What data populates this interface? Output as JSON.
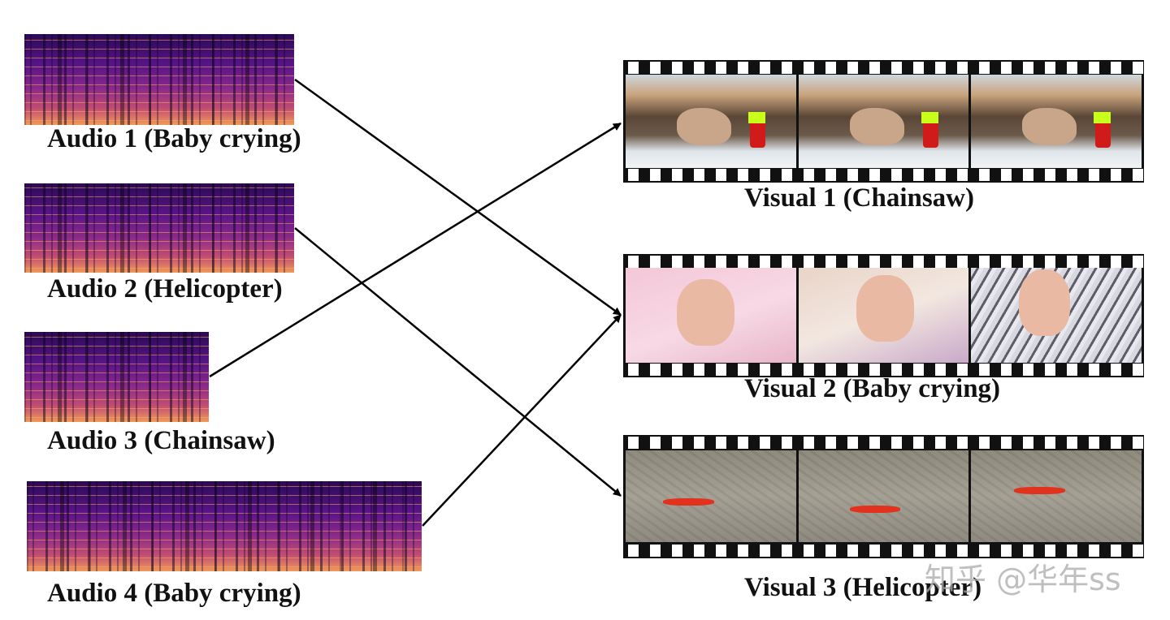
{
  "audio": [
    {
      "label": "Audio 1 (Baby crying)"
    },
    {
      "label": "Audio 2 (Helicopter)"
    },
    {
      "label": "Audio 3 (Chainsaw)"
    },
    {
      "label": "Audio 4 (Baby crying)"
    }
  ],
  "visual": [
    {
      "label": "Visual 1 (Chainsaw)"
    },
    {
      "label": "Visual 2 (Baby crying)"
    },
    {
      "label": "Visual 3 (Helicopter)"
    }
  ],
  "watermark": "知乎 @华年ss",
  "colors": {
    "arrow": "#000000",
    "spectrogram_low": "#2a0a55",
    "spectrogram_high": "#f09a5a"
  }
}
